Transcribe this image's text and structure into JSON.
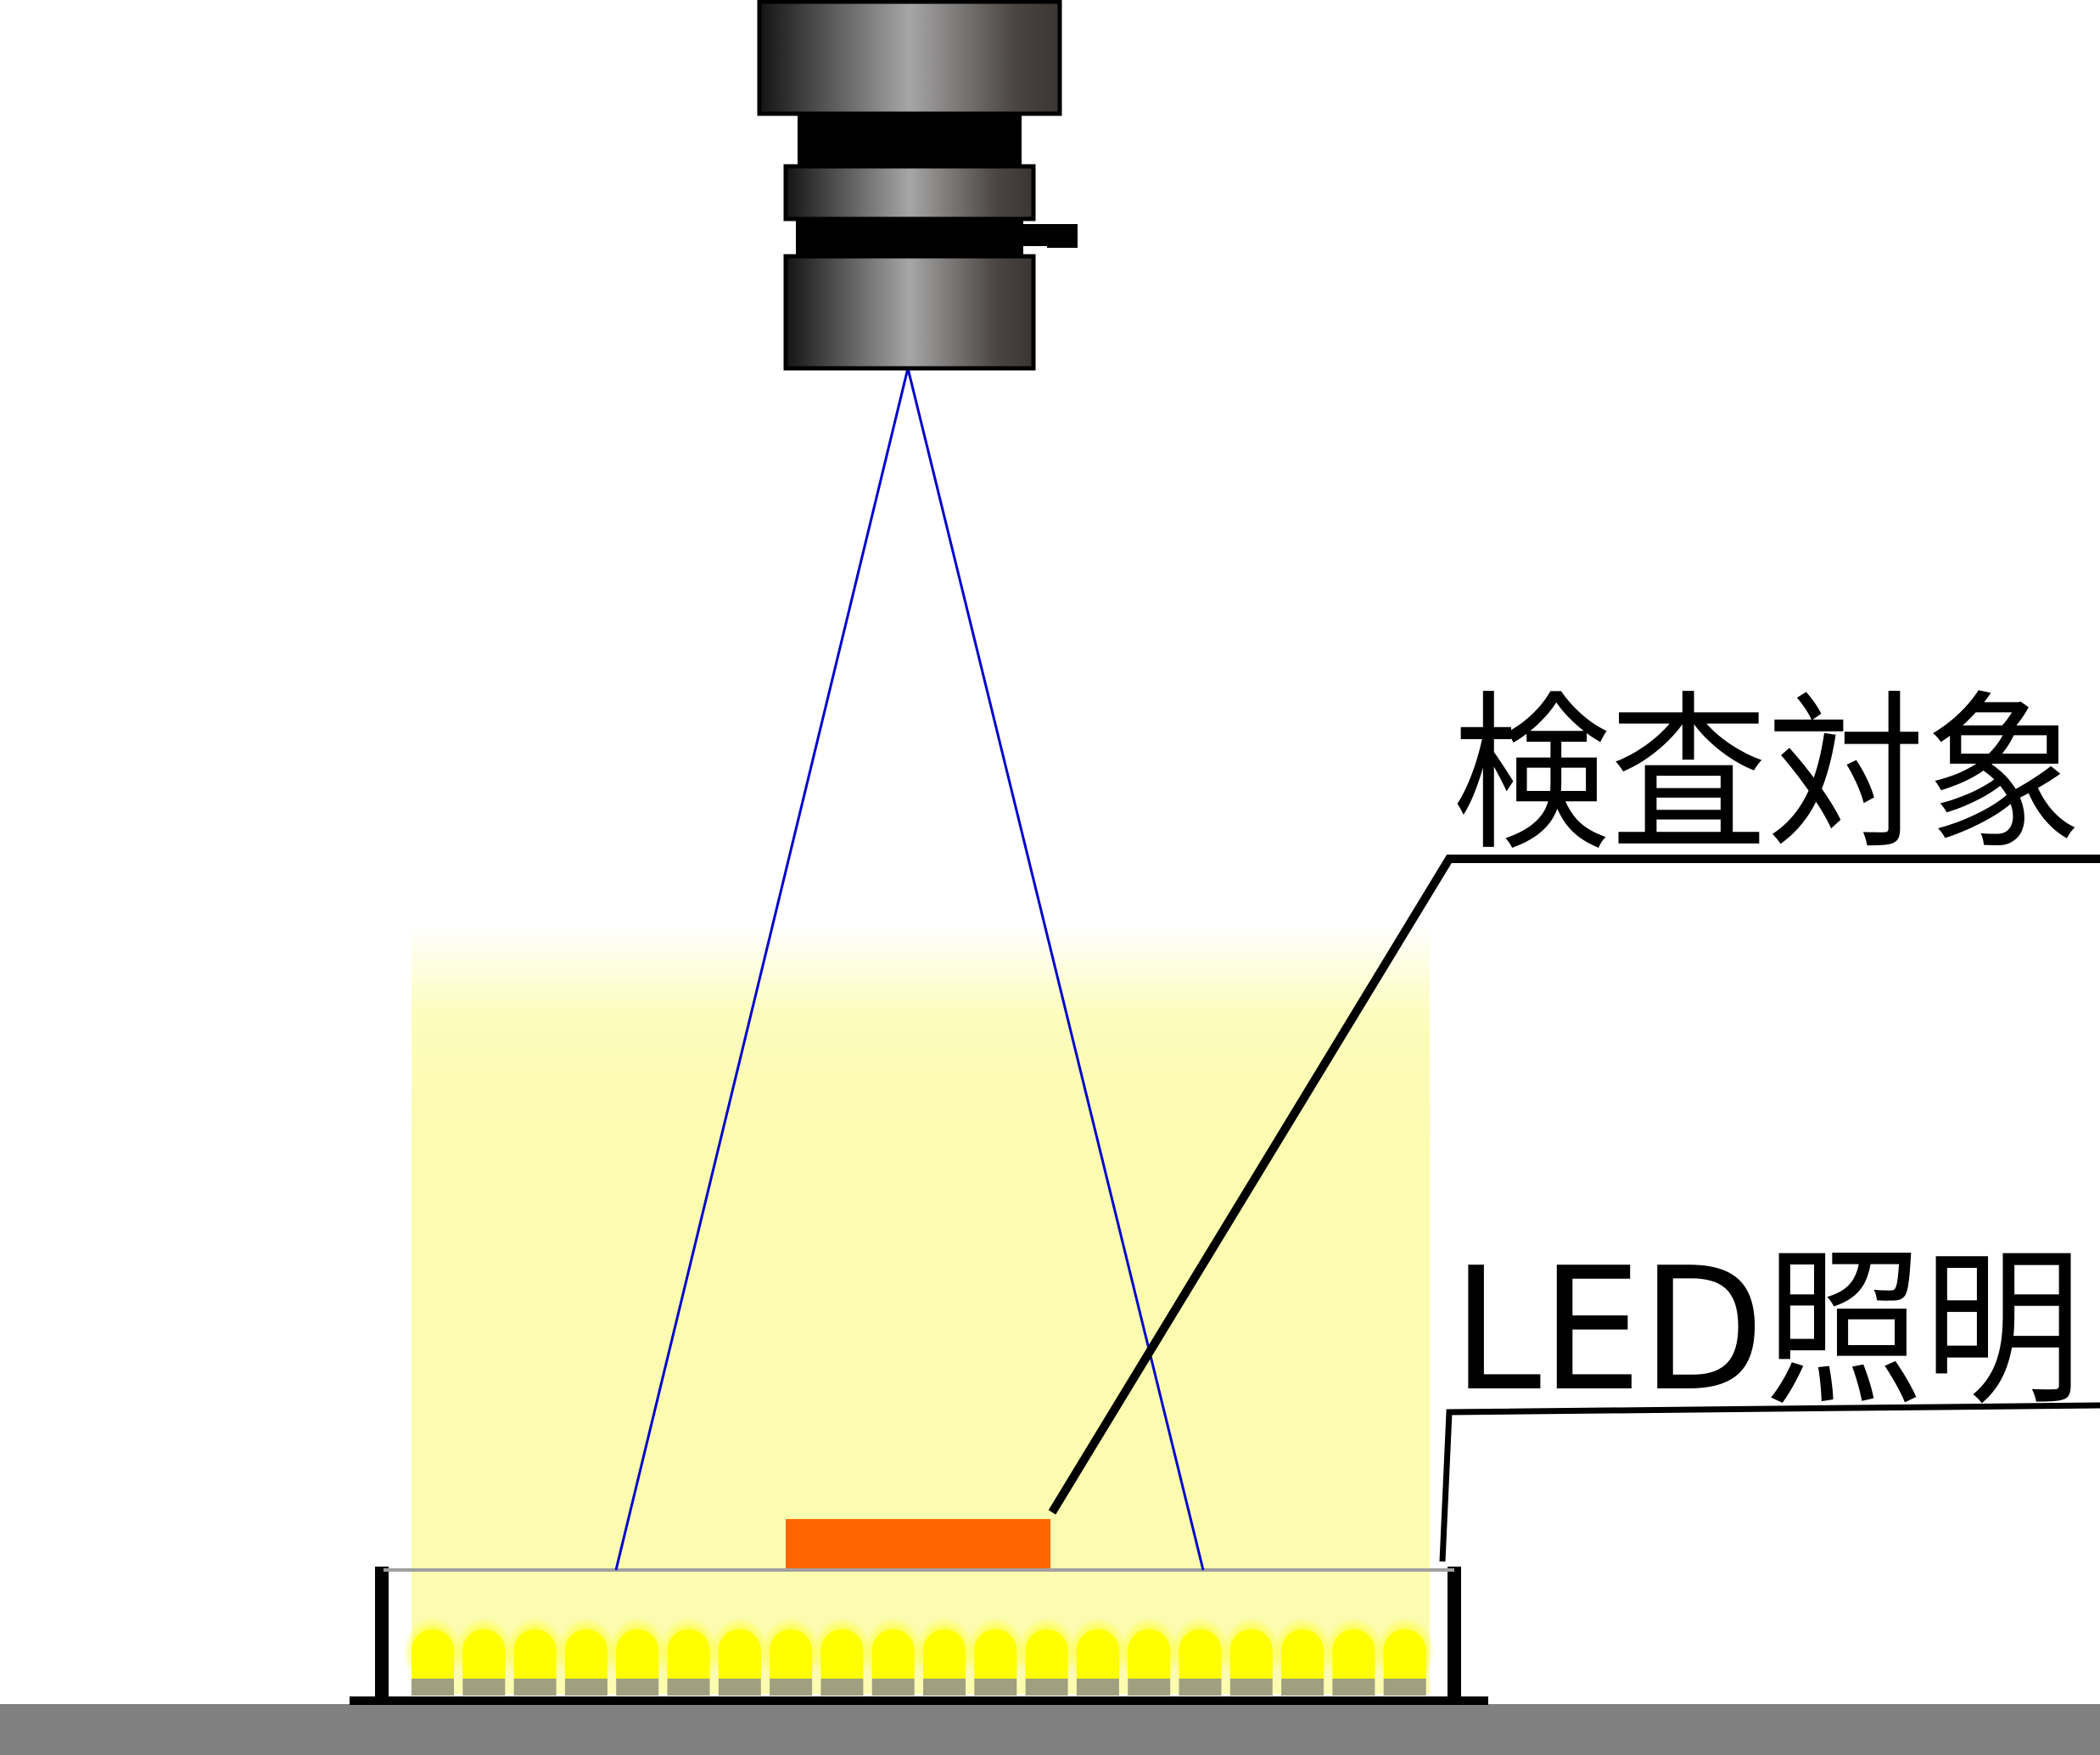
{
  "labels": {
    "inspection_target": "検査対象",
    "led_lighting": "LED照明"
  },
  "colors": {
    "background": "#ffffff",
    "floor": "#808080",
    "light_glow": "#fcfcb0",
    "led_bulb": "#ffff00",
    "led_base": "#a0a080",
    "target": "#ff6600",
    "view_lines": "#0000cc",
    "leader_lines": "#000000",
    "lens_dark": "#1a1a1a",
    "lens_light": "#a6a6a6"
  },
  "icons": {
    "camera": "camera-lens-icon",
    "led": "led-bulb-icon"
  },
  "led_count": 20
}
